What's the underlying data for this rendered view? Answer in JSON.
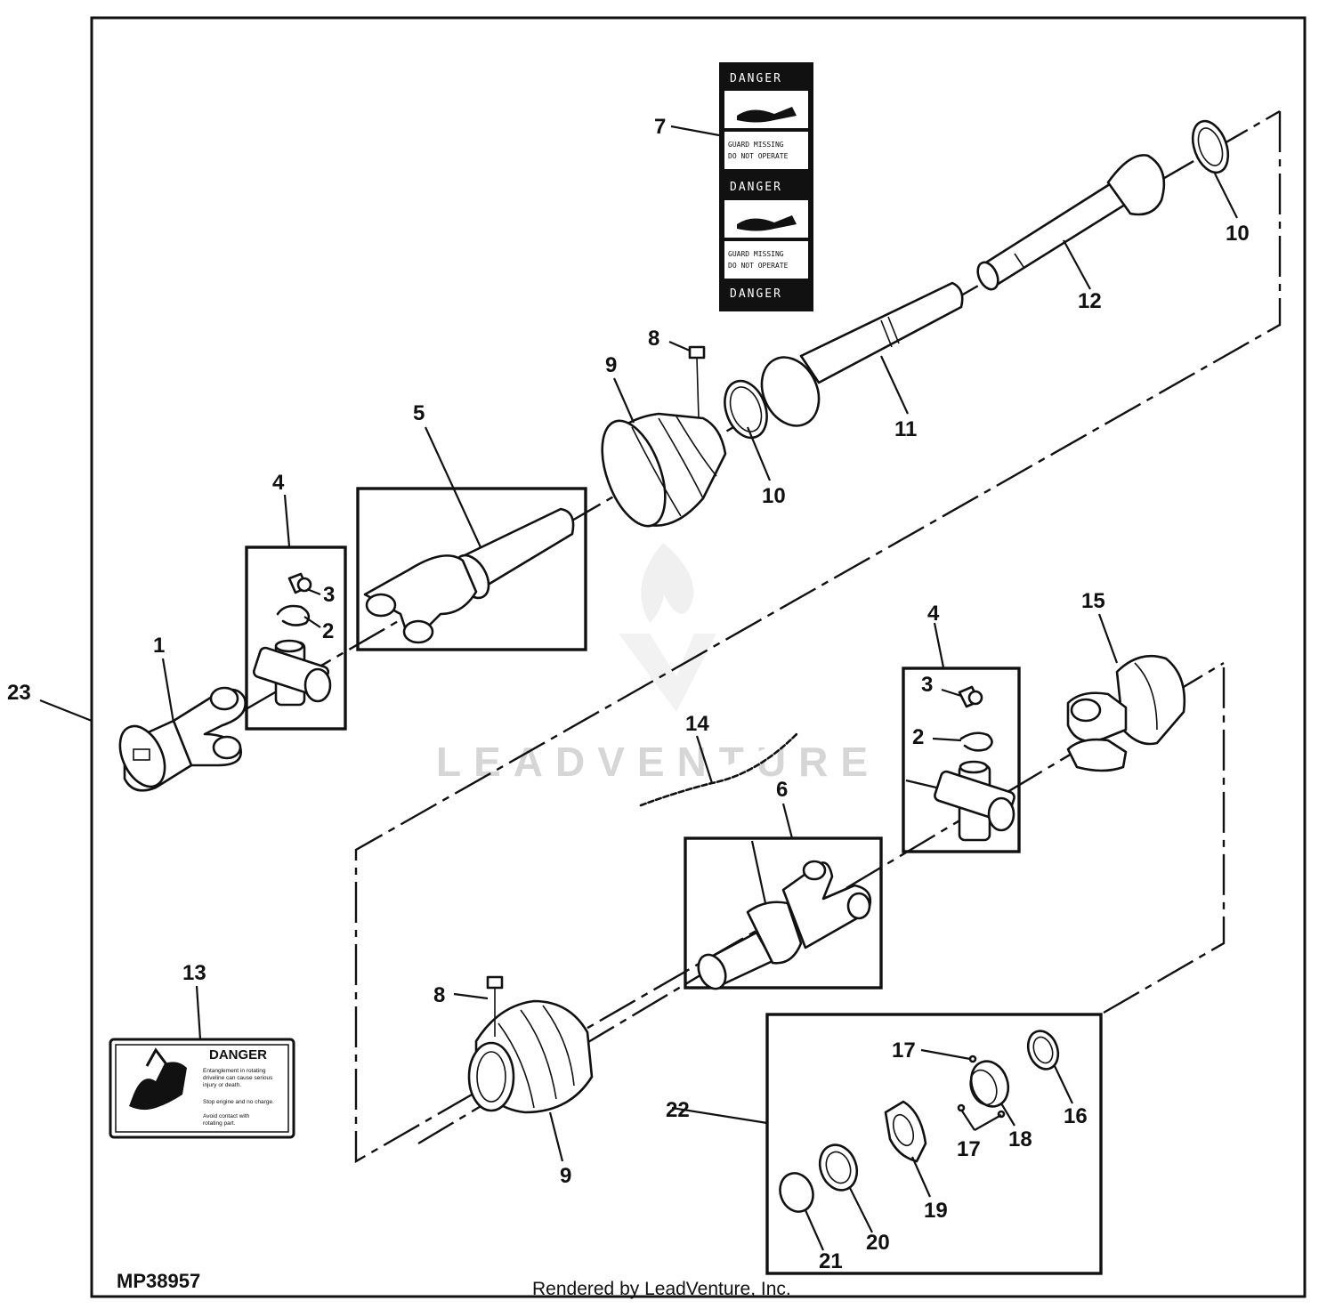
{
  "diagram_code": "MP38957",
  "footer": "Rendered by LeadVenture, Inc.",
  "watermark": "LEADVENTURE",
  "callouts": {
    "c1": "1",
    "c2a": "2",
    "c3a": "3",
    "c4a": "4",
    "c5": "5",
    "c7": "7",
    "c8a": "8",
    "c9a": "9",
    "c10a": "10",
    "c10b": "10",
    "c11": "11",
    "c12": "12",
    "c23": "23",
    "c4b": "4",
    "c3b": "3",
    "c2b": "2",
    "c15": "15",
    "c14": "14",
    "c6": "6",
    "c13": "13",
    "c8b": "8",
    "c9b": "9",
    "c22": "22",
    "c17a": "17",
    "c17b": "17",
    "c16": "16",
    "c18": "18",
    "c19": "19",
    "c20": "20",
    "c21": "21"
  },
  "label7": {
    "header1": "DANGER",
    "header2": "DANGER",
    "header3": "DANGER",
    "text1a": "GUARD MISSING",
    "text1b": "DO NOT OPERATE",
    "text2a": "GUARD MISSING",
    "text2b": "DO NOT OPERATE"
  },
  "label13": {
    "header": "DANGER",
    "line1": "Entanglement in rotating",
    "line2": "driveline can cause serious",
    "line3": "injury or death.",
    "line4": "Stop engine and no charge.",
    "line5": "Avoid contact with",
    "line6": "rotating part."
  }
}
